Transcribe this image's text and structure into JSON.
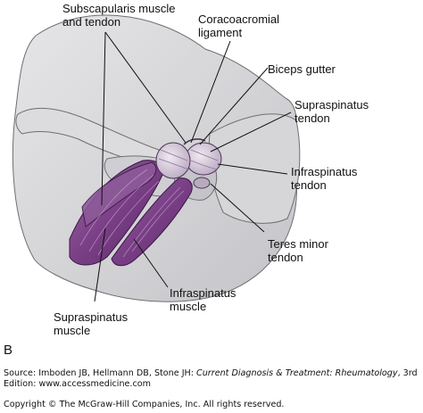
{
  "labels": {
    "subscapularis": "Subscapularis muscle\nand tendon",
    "coracoacromial": "Coracoacromial\nligament",
    "biceps_gutter": "Biceps gutter",
    "supraspinatus_tendon": "Supraspinatus\ntendon",
    "infraspinatus_tendon": "Infraspinatus\ntendon",
    "teres_minor": "Teres minor\ntendon",
    "infraspinatus_muscle": "Infraspinatus\nmuscle",
    "supraspinatus_muscle": "Supraspinatus\nmuscle"
  },
  "panel_letter": "B",
  "source": {
    "prefix": "Source: Imboden JB, Hellmann DB, Stone JH: ",
    "title": "Current Diagnosis & Treatment: Rheumatology",
    "suffix": ", 3rd Edition: www.accessmedicine.com"
  },
  "copyright": "Copyright © The McGraw-Hill Companies, Inc. All rights reserved.",
  "colors": {
    "bone": "#d9d9db",
    "bone_shadow": "#b9b9bd",
    "muscle": "#7a3f86",
    "muscle_light": "#a77ab0",
    "tendon": "#cfc8d6"
  }
}
